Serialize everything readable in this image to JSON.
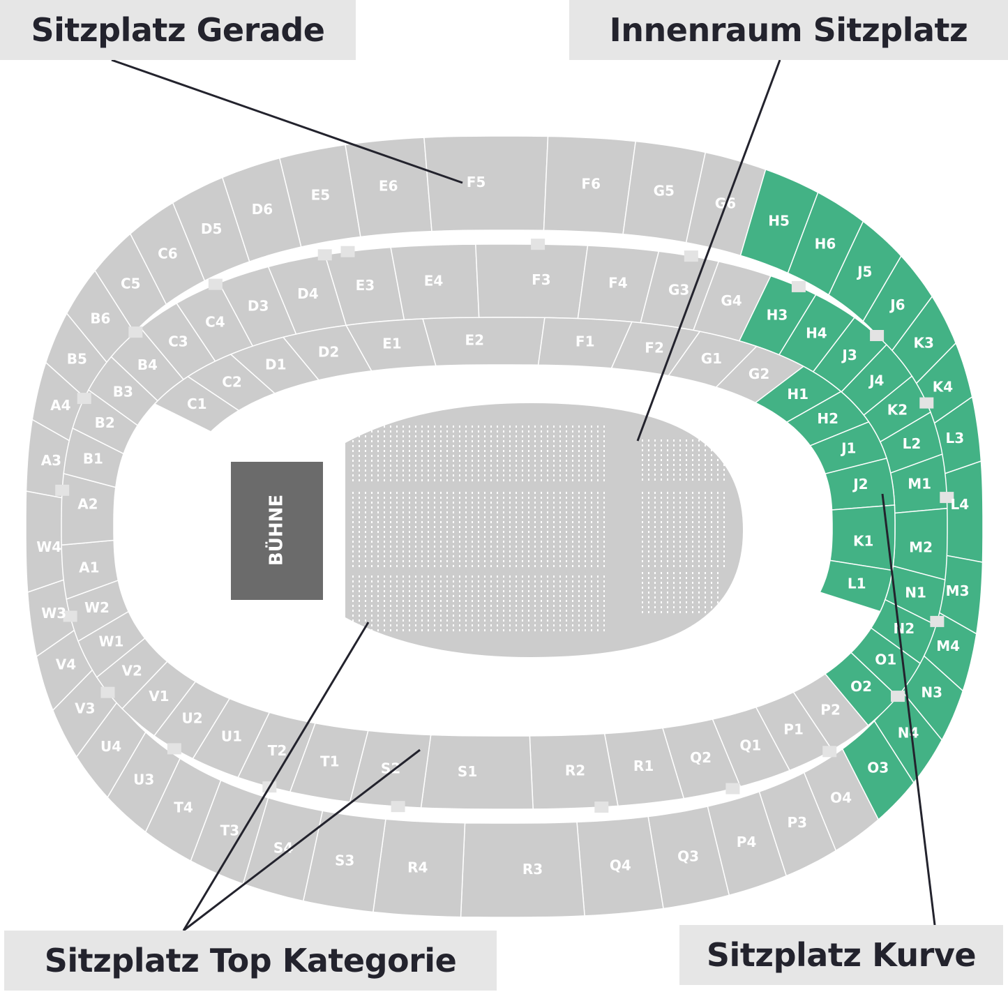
{
  "colors": {
    "seat_gray": "#cccccc",
    "seat_highlight": "#43b285",
    "divider": "#ffffff",
    "stage": "#6b6b6b",
    "dot": "#ffffff",
    "gate": "#e3e3e3",
    "leader": "#23232d",
    "callout_bg": "#e6e6e6",
    "callout_text": "#23232d"
  },
  "callouts": {
    "gerade": "Sitzplatz Gerade",
    "innenraum": "Innenraum Sitzplatz",
    "top_kategorie": "Sitzplatz Top Kategorie",
    "kurve": "Sitzplatz Kurve"
  },
  "stage_label": "BÜHNE",
  "sections": {
    "ring3": [
      "E5",
      "E6",
      "F5",
      "F6",
      "G5",
      "G6",
      "H5",
      "H6",
      "J5",
      "J6",
      "K3",
      "K4",
      "L3",
      "L4",
      "M3",
      "M4",
      "N3",
      "N4",
      "O3",
      "O4",
      "P3",
      "P4",
      "Q3",
      "Q4",
      "R3",
      "R4",
      "S3",
      "S4",
      "T3",
      "T4",
      "U3",
      "U4",
      "V3",
      "V4",
      "W3",
      "W4",
      "A3",
      "A4",
      "B5",
      "B6",
      "C5",
      "C6",
      "D5",
      "D6"
    ],
    "ring2": [
      "E3",
      "E4",
      "F3",
      "F4",
      "G3",
      "G4",
      "H3",
      "H4",
      "J3",
      "J4",
      "K2",
      "L2",
      "M1",
      "M2",
      "N1",
      "N2",
      "O1",
      "O2",
      "P2",
      "P1",
      "Q1",
      "Q2",
      "R1",
      "R2",
      "S1",
      "S2",
      "T1",
      "T2",
      "U1",
      "U2",
      "V1",
      "V2",
      "W1",
      "W2",
      "A1",
      "A2",
      "B1",
      "B2",
      "B3",
      "B4",
      "C3",
      "C4",
      "D3",
      "D4"
    ],
    "ring1": [
      "E1",
      "E2",
      "F1",
      "F2",
      "G1",
      "G2",
      "H1",
      "H2",
      "J1",
      "J2",
      "K1",
      "L1",
      "C1",
      "C2",
      "D1",
      "D2"
    ]
  },
  "highlighted_sections": [
    "H1",
    "H2",
    "H3",
    "H4",
    "H5",
    "H6",
    "J1",
    "J2",
    "J3",
    "J4",
    "J5",
    "J6",
    "K1",
    "K2",
    "K3",
    "K4",
    "L1",
    "L2",
    "L3",
    "L4",
    "M1",
    "M2",
    "M3",
    "M4",
    "N1",
    "N2",
    "N3",
    "N4",
    "O1",
    "O2",
    "O3"
  ]
}
